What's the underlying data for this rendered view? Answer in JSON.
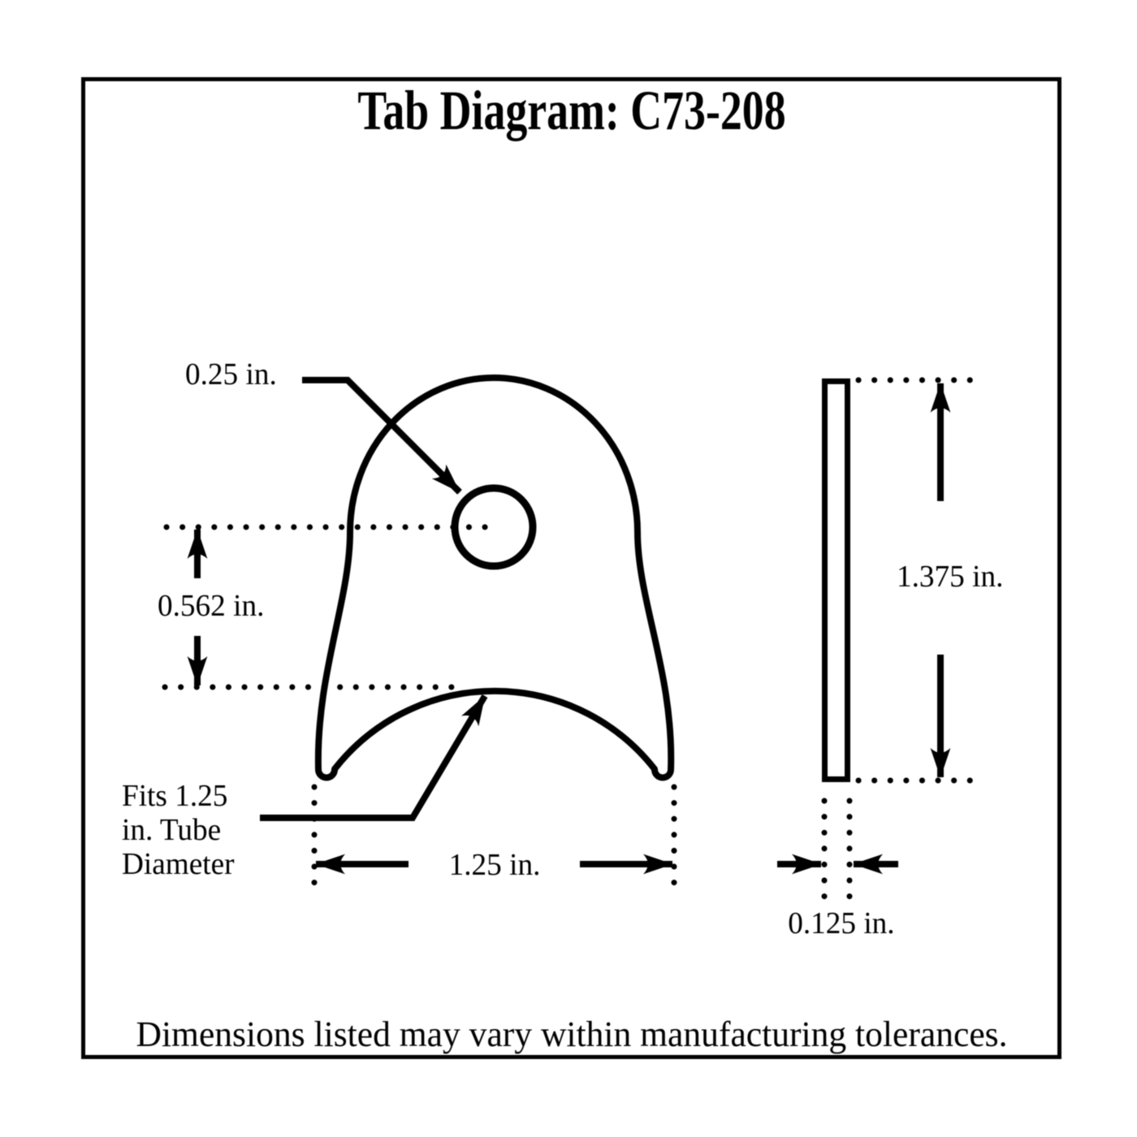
{
  "page": {
    "background_color": "#ffffff",
    "ink_color": "#000000"
  },
  "diagram": {
    "title": "Tab Diagram: C73-208",
    "note": "Dimensions listed may vary within manufacturing tolerances.",
    "part_number": "C73-208",
    "labels": {
      "hole_diameter": "0.25 in.",
      "hole_center_offset": "0.562 in.",
      "tube_fit": "Fits 1.25 in. Tube Diameter",
      "tab_width": "1.25 in.",
      "tab_height": "1.375 in.",
      "thickness": "0.125 in."
    }
  }
}
